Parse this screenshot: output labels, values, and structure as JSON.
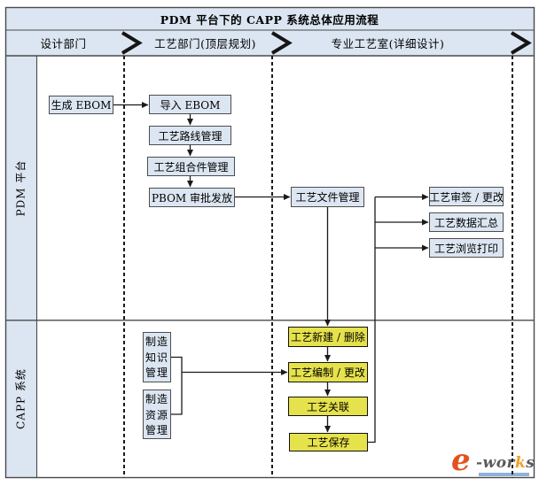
{
  "title": "PDM 平台下的 CAPP 系统总体应用流程",
  "header_columns": [
    "设计部门",
    "工艺部门(顶层规划)",
    "专业工艺室(详细设计)"
  ],
  "side_rows": [
    "PDM 平台",
    "CAPP 系统"
  ],
  "nodes": {
    "gen_ebom": "生成 EBOM",
    "import_ebom": "导入 EBOM",
    "route_mgmt": "工艺路线管理",
    "assembly_mgmt": "工艺组合件管理",
    "pbom_release": "PBOM 审批发放",
    "file_mgmt": "工艺文件管理",
    "review_change": "工艺审签 / 更改",
    "data_summary": "工艺数据汇总",
    "browse_print": "工艺浏览打印",
    "mfg_knowledge": "制造知识管理",
    "mfg_resource": "制造资源管理",
    "create_delete": "工艺新建 / 删除",
    "compile_change": "工艺编制 / 更改",
    "associate": "工艺关联",
    "save": "工艺保存"
  },
  "logo": {
    "e": "e",
    "wor": "-wor",
    "k": "k",
    "s": "s"
  },
  "colors": {
    "panel_blue": "#dce6f2",
    "node_yellow": "#e6e24c",
    "line": "#1a1a1a",
    "logo_orange": "#e2521e",
    "logo_k_orange": "#f0a024",
    "logo_gray": "#5a5a5a",
    "logo_underline": "#8fb2dc"
  }
}
